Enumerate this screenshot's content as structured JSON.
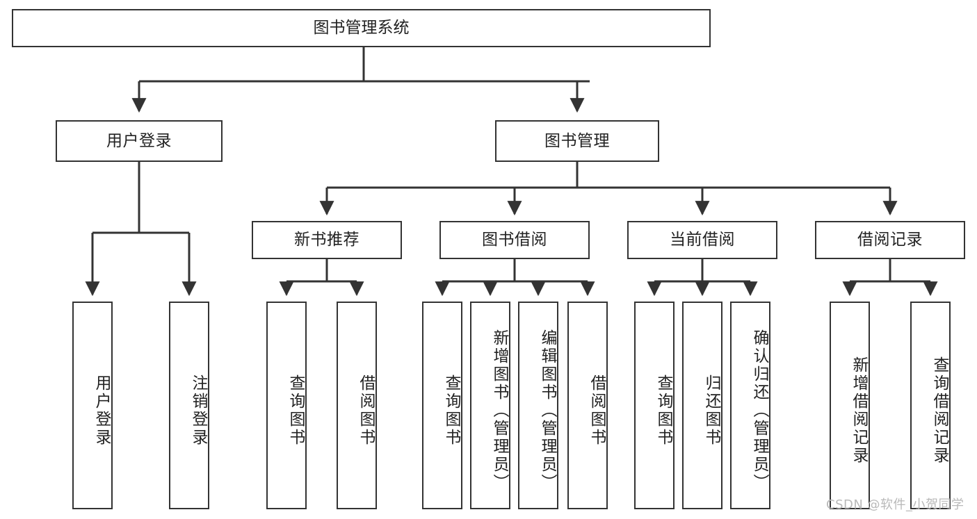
{
  "diagram": {
    "title": "图书管理系统",
    "type": "tree",
    "background_color": "#ffffff",
    "node_border_color": "#333333",
    "edge_color": "#333333",
    "text_color": "#222222"
  },
  "nodes": {
    "root": {
      "label": "图书管理系统"
    },
    "level2": [
      {
        "label": "用户登录"
      },
      {
        "label": "图书管理"
      }
    ],
    "level3": [
      {
        "label": "新书推荐"
      },
      {
        "label": "图书借阅"
      },
      {
        "label": "当前借阅"
      },
      {
        "label": "借阅记录"
      }
    ],
    "leaves": [
      {
        "label": "用户登录"
      },
      {
        "label": "注销登录"
      },
      {
        "label": "查询图书"
      },
      {
        "label": "借阅图书"
      },
      {
        "label": "查询图书"
      },
      {
        "label": "新增图书（管理员）"
      },
      {
        "label": "编辑图书（管理员）"
      },
      {
        "label": "借阅图书"
      },
      {
        "label": "查询图书"
      },
      {
        "label": "归还图书"
      },
      {
        "label": "确认归还（管理员）"
      },
      {
        "label": "新增借阅记录"
      },
      {
        "label": "查询借阅记录"
      }
    ]
  },
  "watermark": {
    "text": "CSDN @软件_小贺同学"
  }
}
